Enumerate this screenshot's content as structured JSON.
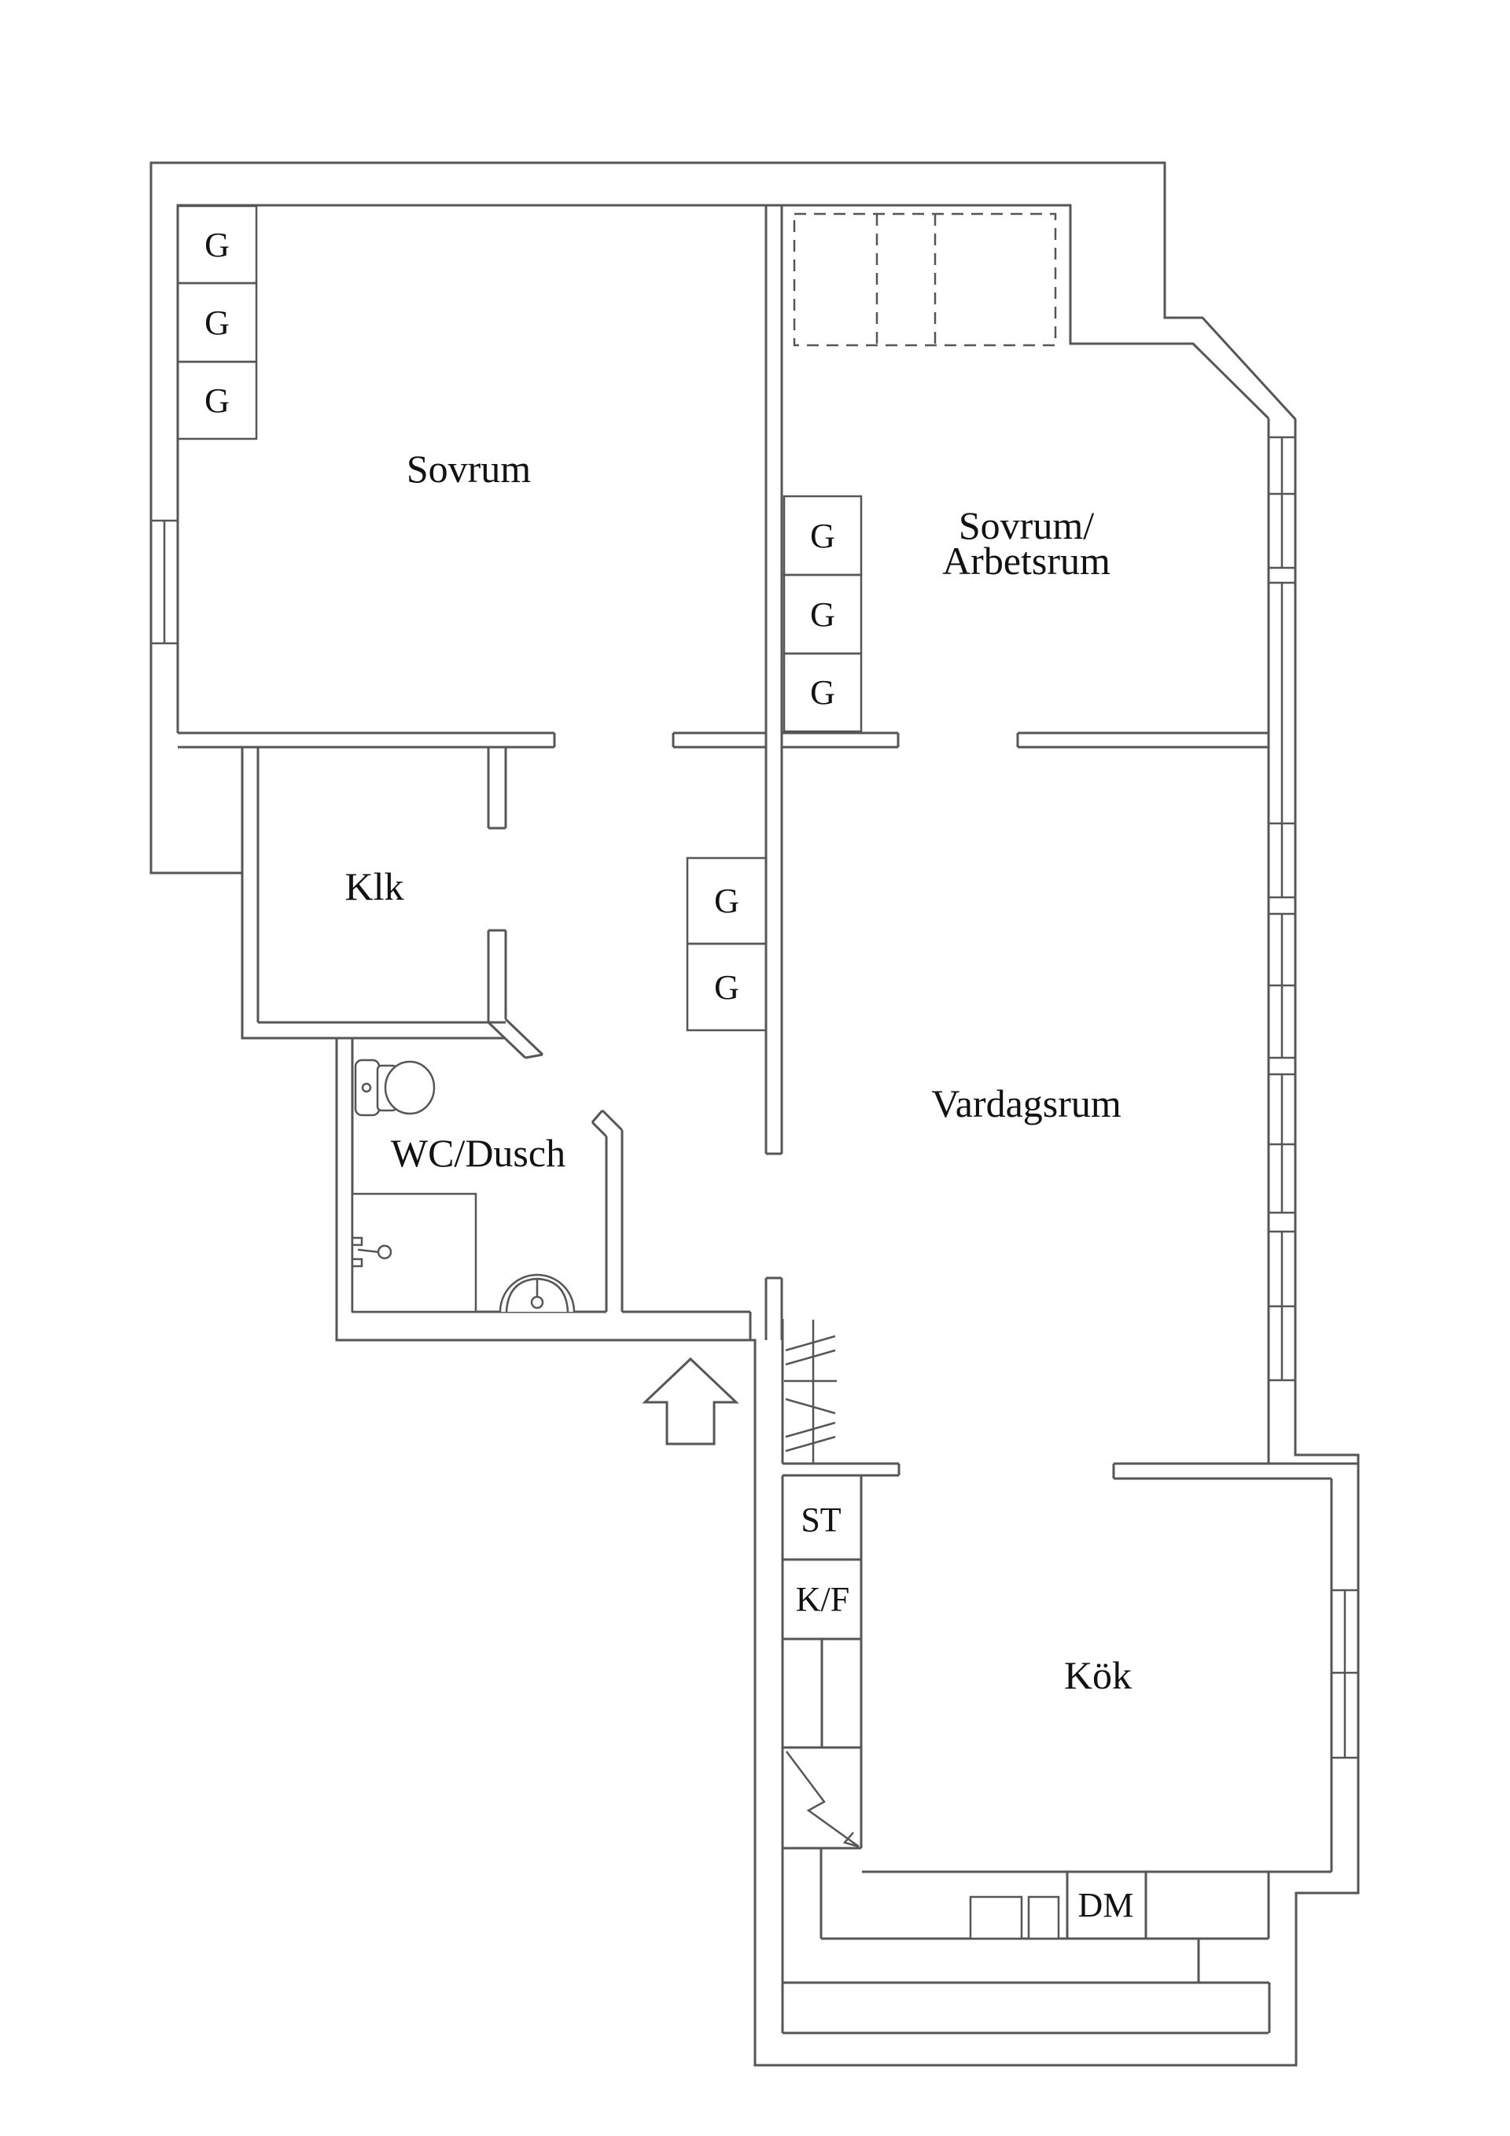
{
  "floorplan": {
    "background": "#ffffff",
    "line_color": "#565656",
    "text_color": "#121212",
    "rooms": {
      "bedroom": "Sovrum",
      "bedroom_office_line1": "Sovrum/",
      "bedroom_office_line2": "Arbetsrum",
      "walk_in_closet": "Klk",
      "bathroom": "WC/Dusch",
      "living_room": "Vardagsrum",
      "kitchen": "Kök"
    },
    "labels": {
      "wardrobe": "G",
      "storage": "ST",
      "fridge_freezer": "K/F",
      "dishwasher": "DM"
    }
  }
}
